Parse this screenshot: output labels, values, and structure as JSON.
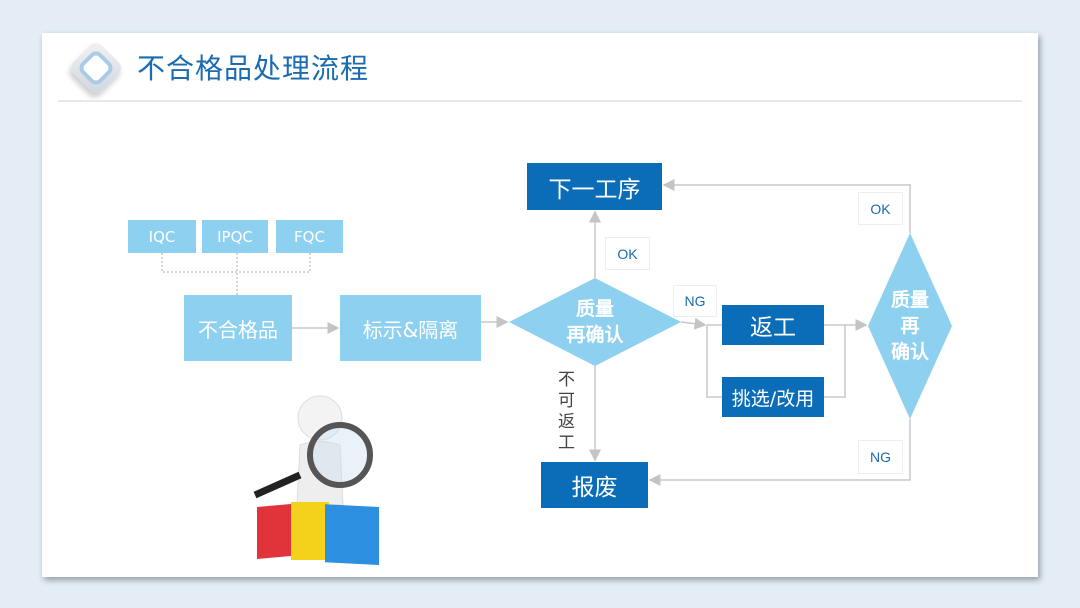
{
  "title": "不合格品处理流程",
  "sources": [
    "IQC",
    "IPQC",
    "FQC"
  ],
  "nodes": {
    "nonconforming": "不合格品",
    "mark_isolate": "标示&隔离",
    "next_process": "下一工序",
    "rework": "返工",
    "sort_reuse": "挑选/改用",
    "scrap": "报废"
  },
  "decision1": {
    "line1": "质量",
    "line2": "再确认"
  },
  "decision2": {
    "line1": "质量",
    "line2": "再",
    "line3": "确认"
  },
  "labels": {
    "ok1": "OK",
    "ng1": "NG",
    "ok2": "OK",
    "ng2": "NG",
    "not_reworkable": "不可返工"
  },
  "colors": {
    "dark_box": "#0b6db8",
    "light_box": "#8ed0f0",
    "title": "#1b6bb0"
  }
}
